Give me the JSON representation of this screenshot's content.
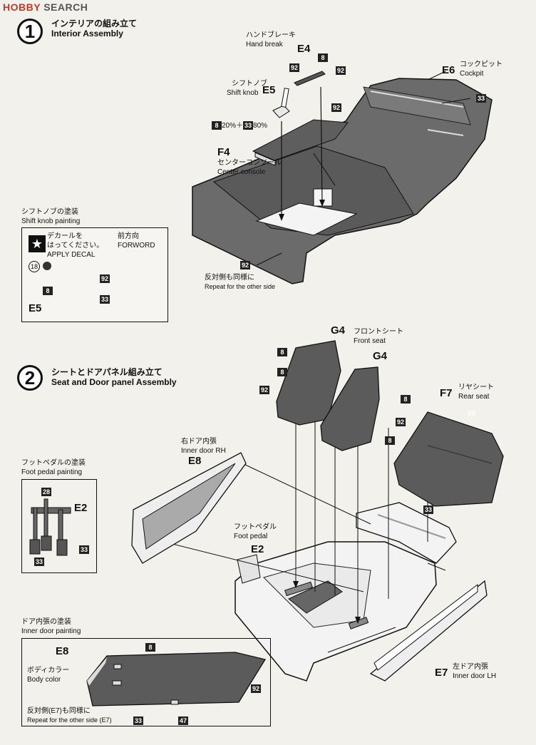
{
  "logo": {
    "brand": "HOBBY",
    "suffix": "SEARCH"
  },
  "step1": {
    "number": "1",
    "title_ja": "インテリアの組み立て",
    "title_en": "Interior Assembly",
    "handbrake_ja": "ハンドブレーキ",
    "handbrake_en": "Hand break",
    "shiftknob_ja": "シフトノブ",
    "shiftknob_en": "Shift knob",
    "console_ja": "センターコンソール",
    "console_en": "Center console",
    "cockpit_ja": "コックピット",
    "cockpit_en": "Cockpit",
    "mix_a": "8",
    "mix_a_pct": "20%＋",
    "mix_b": "33",
    "mix_b_pct": "80%",
    "repeat_ja": "反対側も同様に",
    "repeat_en": "Repeat for the other side",
    "parts": {
      "e4": "E4",
      "e5": "E5",
      "e6": "E6",
      "f4": "F4"
    },
    "colors": {
      "c8": "8",
      "c92": "92",
      "c33": "33"
    }
  },
  "shift_paint": {
    "title_ja": "シフトノブの塗装",
    "title_en": "Shift knob painting",
    "decal_ja_1": "デカールを",
    "decal_ja_2": "はってください。",
    "decal_en": "APPLY DECAL",
    "forward_ja": "前方向",
    "forward_en": "FORWORD",
    "decal_no": "18",
    "part": "E5",
    "c8": "8",
    "c92": "92",
    "c33": "33"
  },
  "step2": {
    "number": "2",
    "title_ja": "シートとドアパネル組み立て",
    "title_en": "Seat and Door panel Assembly",
    "front_seat_ja": "フロントシート",
    "front_seat_en": "Front seat",
    "rear_seat_ja": "リヤシート",
    "rear_seat_en": "Rear seat",
    "door_rh_ja": "右ドア内張",
    "door_rh_en": "Inner door RH",
    "door_lh_ja": "左ドア内張",
    "door_lh_en": "Inner door LH",
    "pedal_ja": "フットペダル",
    "pedal_en": "Foot pedal",
    "parts": {
      "g4": "G4",
      "f7": "F7",
      "e8": "E8",
      "e2": "E2",
      "e7": "E7"
    },
    "colors": {
      "c8": "8",
      "c92": "92",
      "c33": "33"
    }
  },
  "pedal_paint": {
    "title_ja": "フットペダルの塗装",
    "title_en": "Foot pedal painting",
    "part": "E2",
    "c28": "28",
    "c33": "33"
  },
  "door_paint": {
    "title_ja": "ドア内張の塗装",
    "title_en": "Inner door painting",
    "part": "E8",
    "body_ja": "ボディカラー",
    "body_en": "Body color",
    "repeat_ja": "反対側(E7)も同様に",
    "repeat_en": "Repeat for the other side (E7)",
    "c8": "8",
    "c92": "92",
    "c33": "33",
    "c47": "47"
  }
}
